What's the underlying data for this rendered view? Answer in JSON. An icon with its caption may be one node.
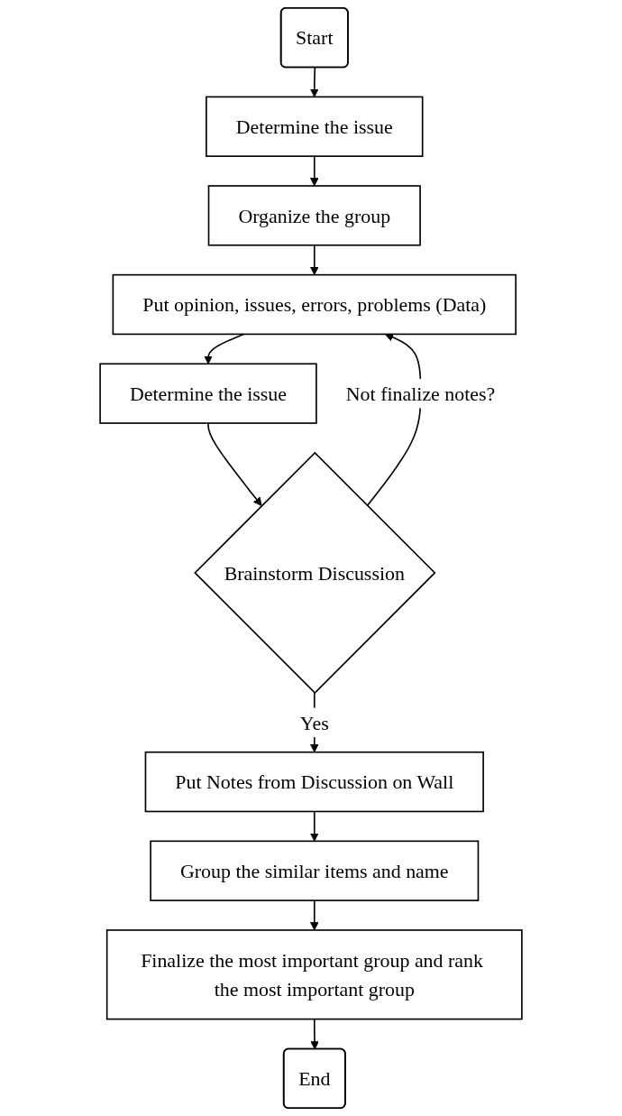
{
  "diagram": {
    "nodes": [
      {
        "text": [
          "Start"
        ]
      },
      {
        "text": [
          "Determine the issue"
        ]
      },
      {
        "text": [
          "Organize the group"
        ]
      },
      {
        "text": [
          "Put opinion, issues, errors, problems (Data)"
        ]
      },
      {
        "text": [
          "Determine the issue"
        ]
      },
      {
        "text": [
          "Brainstorm Discussion"
        ]
      },
      {
        "text": [
          "Put Notes from Discussion on Wall"
        ]
      },
      {
        "text": [
          "Group the similar items and name"
        ]
      },
      {
        "text": [
          "Finalize the most important group and rank the most important group"
        ]
      },
      {
        "text": [
          "End"
        ]
      }
    ],
    "edges": [
      {
        "from": 0,
        "to": 1,
        "arrow": "to"
      },
      {
        "from": 1,
        "to": 2,
        "arrow": "to"
      },
      {
        "from": 2,
        "to": 3,
        "arrow": "to"
      },
      {
        "from": 3,
        "to": 4,
        "arrow": "to"
      },
      {
        "from": 4,
        "to": 5,
        "arrow": "to"
      },
      {
        "from": 5,
        "to": 6,
        "label": "Yes",
        "arrow": "to"
      },
      {
        "from": 5,
        "to": 3,
        "label": "Not finalize notes?",
        "arrow": "to"
      },
      {
        "from": 6,
        "to": 7,
        "arrow": "to"
      },
      {
        "from": 7,
        "to": 8,
        "arrow": "to"
      },
      {
        "from": 8,
        "to": 9,
        "arrow": "to"
      }
    ]
  }
}
